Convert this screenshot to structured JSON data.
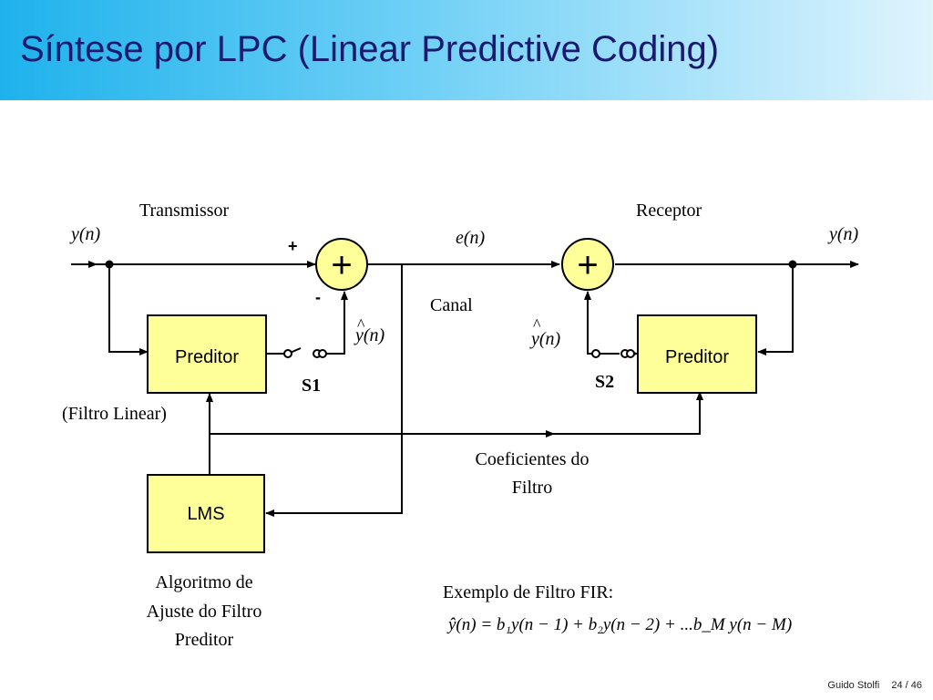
{
  "slide": {
    "title": "Síntese por LPC (Linear Predictive Coding)"
  },
  "diagram": {
    "transmitter_label": "Transmissor",
    "receiver_label": "Receptor",
    "input_signal": "y(n)",
    "output_signal": "y(n)",
    "error_signal": "e(n)",
    "channel_label": "Canal",
    "plus_sign": "+",
    "minus_sign": "-",
    "adder_symbol": "+",
    "prediction_hat": "^",
    "prediction_signal": "y(n)",
    "predictor_tx": "Preditor",
    "predictor_rx": "Preditor",
    "switch1": "S1",
    "switch2": "S2",
    "filter_note": "(Filtro Linear)",
    "lms_block": "LMS",
    "coef_label_line1": "Coeficientes do",
    "coef_label_line2": "Filtro",
    "lms_desc_line1": "Algoritmo de",
    "lms_desc_line2": "Ajuste do Filtro",
    "lms_desc_line3": "Preditor",
    "fir_example_label": "Exemplo de Filtro FIR:",
    "fir_formula": "ŷ(n) = b₁y(n − 1) + b₂y(n − 2) + ...b_M y(n − M)"
  },
  "footer": {
    "author": "Guido Stolfi",
    "page": "24 / 46"
  },
  "colors": {
    "block_fill": "#ffff99",
    "title_text": "#1a1a6e",
    "title_gradient_start": "#1eb2ec",
    "title_gradient_end": "#dff4fd"
  }
}
